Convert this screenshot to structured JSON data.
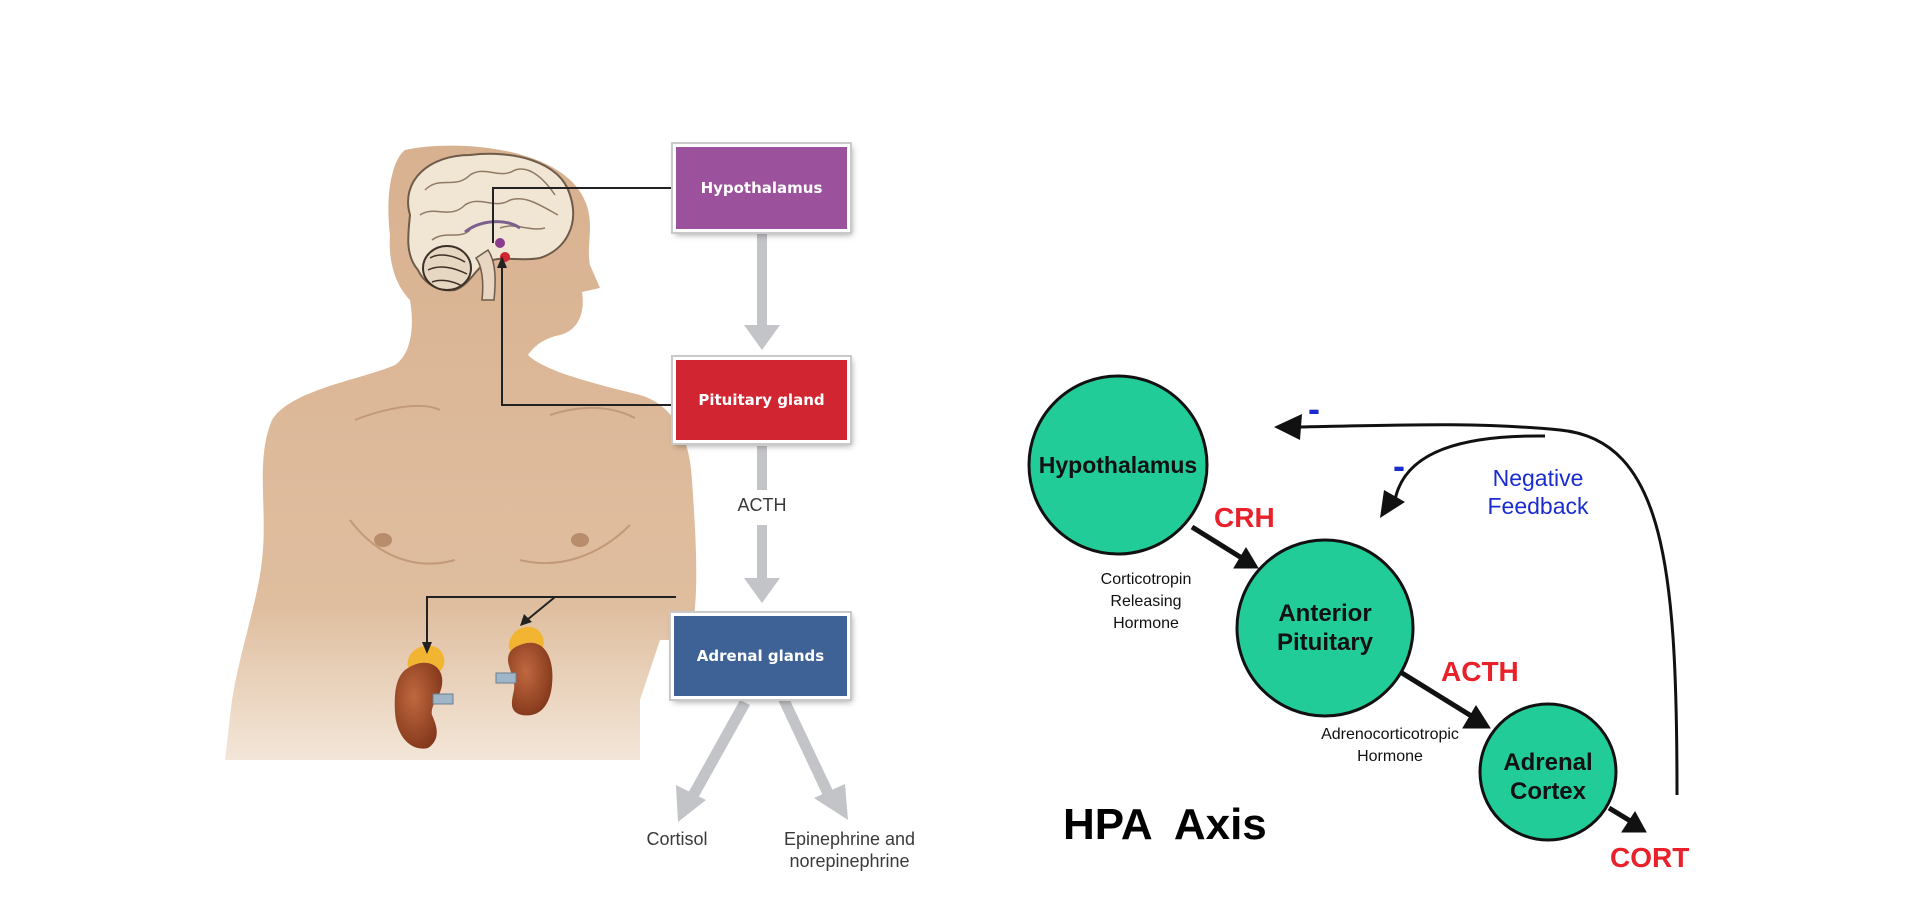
{
  "left_diagram": {
    "boxes": {
      "hypothalamus": {
        "label": "Hypothalamus",
        "color": "#9b519b"
      },
      "pituitary": {
        "label": "Pituitary gland",
        "color": "#d12632"
      },
      "adrenal": {
        "label": "Adrenal glands",
        "color": "#3f6296"
      }
    },
    "acth_label": "ACTH",
    "outputs": {
      "cortisol": "Cortisol",
      "epinephrine_line1": "Epinephrine and",
      "epinephrine_line2": "norepinephrine"
    },
    "arrow_color": "#c3c4c8",
    "skin_color": "#d8b190",
    "kidney_color": "#a8502e",
    "adrenal_color": "#f2b532"
  },
  "right_diagram": {
    "node_color": "#22cc99",
    "hormone_color": "#e8212b",
    "feedback_color": "#1a2ccf",
    "nodes": {
      "hypothalamus": "Hypothalamus",
      "anterior_line1": "Anterior",
      "anterior_line2": "Pituitary",
      "adrenal_line1": "Adrenal",
      "adrenal_line2": "Cortex"
    },
    "hormones": {
      "crh": "CRH",
      "acth": "ACTH",
      "cort": "CORT"
    },
    "notes": {
      "crh_line1": "Corticotropin",
      "crh_line2": "Releasing",
      "crh_line3": "Hormone",
      "acth_line1": "Adrenocorticotropic",
      "acth_line2": "Hormone"
    },
    "feedback_signs": [
      "-",
      "-"
    ],
    "feedback_line1": "Negative",
    "feedback_line2": "Feedback",
    "title": "HPA  Axis"
  }
}
